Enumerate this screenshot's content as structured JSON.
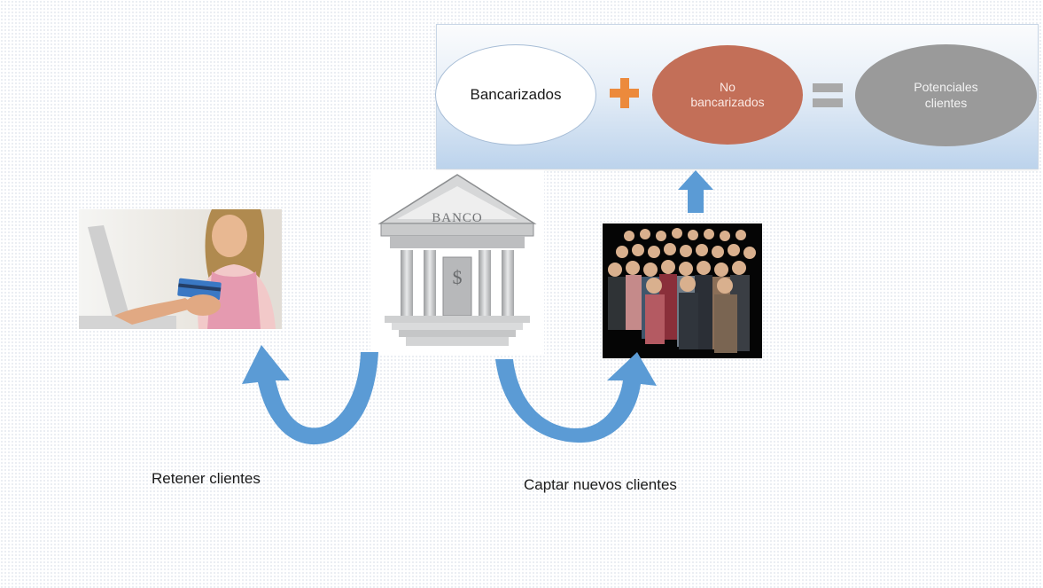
{
  "banner": {
    "item1": "Bancarizados",
    "item2_line1": "No",
    "item2_line2": "bancarizados",
    "item3_line1": "Potenciales",
    "item3_line2": "clientes"
  },
  "bank": {
    "sign": "BANCO",
    "symbol": "$"
  },
  "captions": {
    "retain": "Retener clientes",
    "acquire": "Captar nuevos clientes"
  },
  "colors": {
    "arrow": "#5b9bd5",
    "plus": "#ec8a3c",
    "no_bank": "#c36f58",
    "potential": "#9a9a9a"
  }
}
